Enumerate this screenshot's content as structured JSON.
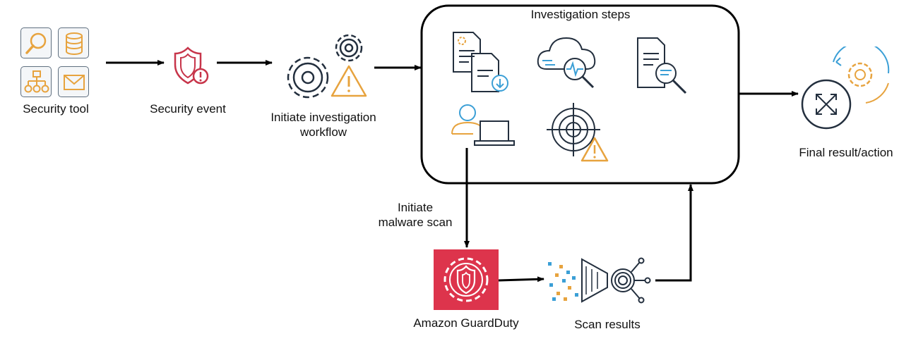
{
  "diagram": {
    "nodes": {
      "security_tool": {
        "label": "Security tool"
      },
      "security_event": {
        "label": "Security event"
      },
      "initiate_workflow": {
        "label_line1": "Initiate investigation",
        "label_line2": "workflow"
      },
      "investigation_steps": {
        "label": "Investigation steps"
      },
      "final_result": {
        "label": "Final result/action"
      },
      "guardduty": {
        "label": "Amazon GuardDuty"
      },
      "scan_results": {
        "label": "Scan results"
      }
    },
    "edges": {
      "malware_scan": {
        "label_line1": "Initiate",
        "label_line2": "malware scan"
      }
    }
  },
  "colors": {
    "outline": "#232f3e",
    "accent_orange": "#e7a33e",
    "accent_blue": "#3b9fd6",
    "guardduty_red": "#dd344c",
    "security_red": "#c7354a",
    "arrow": "#000000"
  },
  "icons": {
    "security_tool": [
      "search-icon",
      "database-icon",
      "hierarchy-icon",
      "mail-icon"
    ],
    "security_event": "shield-alert-icon",
    "initiate_workflow": "gears-warning-icon",
    "steps": [
      "document-settings-icon",
      "cloud-monitoring-icon",
      "document-search-icon",
      "user-laptop-icon",
      "target-warning-icon"
    ],
    "final_result": "cycle-expand-icon",
    "guardduty": "guardduty-shield-gear-icon",
    "scan_results": "funnel-fingerprint-icon"
  }
}
